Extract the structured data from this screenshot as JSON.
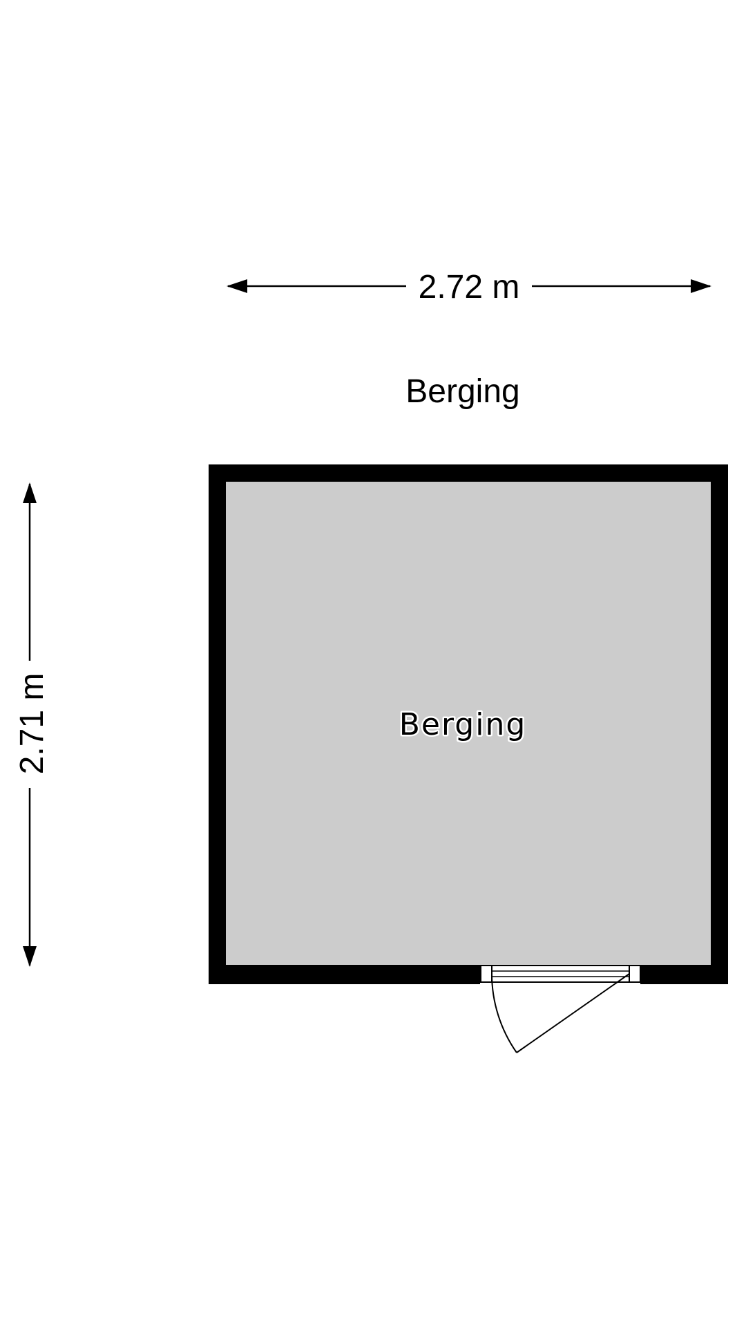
{
  "plan": {
    "title": "Berging",
    "room_label": "Berging",
    "width_dimension": "2.72 m",
    "height_dimension": "2.71 m"
  },
  "colors": {
    "wall": "#000000",
    "floor": "#cccccc",
    "background": "#ffffff"
  }
}
